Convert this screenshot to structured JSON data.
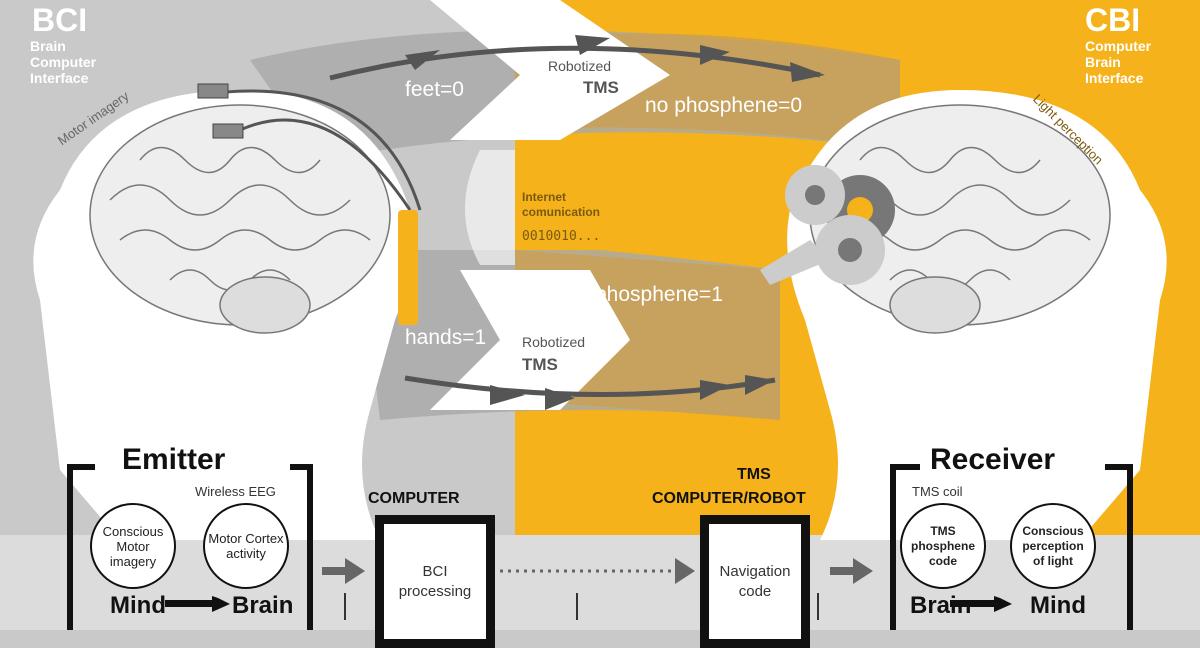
{
  "colors": {
    "gray": "#c9c9c9",
    "orange": "#f5b21a",
    "dark_gray": "#666666",
    "light_band": "#dcdcdc"
  },
  "left_panel": {
    "acronym": "BCI",
    "line1": "Brain",
    "line2": "Computer",
    "line3": "Interface",
    "curve_label": "Motor imagery"
  },
  "right_panel": {
    "acronym": "CBI",
    "line1": "Computer",
    "line2": "Brain",
    "line3": "Interface",
    "curve_label": "Light perception"
  },
  "flow": {
    "feet": "feet=0",
    "robot_top_1": "Robotized",
    "robot_top_2": "TMS",
    "no_phosphene": "no phosphene=0",
    "internet_1": "Internet",
    "internet_2": "comunication",
    "binary": "0010010...",
    "phosphene": "phosphene=1",
    "hands": "hands=1",
    "robot_bot_1": "Robotized",
    "robot_bot_2": "TMS"
  },
  "emitter": {
    "title": "Emitter",
    "device": "Wireless EEG",
    "circle1": "Conscious Motor imagery",
    "circle2": "Motor Cortex activity",
    "mind": "Mind",
    "brain": "Brain"
  },
  "computer": {
    "title": "COMPUTER",
    "box": "BCI processing"
  },
  "tms_computer": {
    "title1": "TMS",
    "title2": "COMPUTER/ROBOT",
    "box": "Navigation code"
  },
  "receiver": {
    "title": "Receiver",
    "device": "TMS coil",
    "circle1": "TMS phosphene code",
    "circle2": "Conscious perception of light",
    "brain": "Brain",
    "mind": "Mind"
  }
}
